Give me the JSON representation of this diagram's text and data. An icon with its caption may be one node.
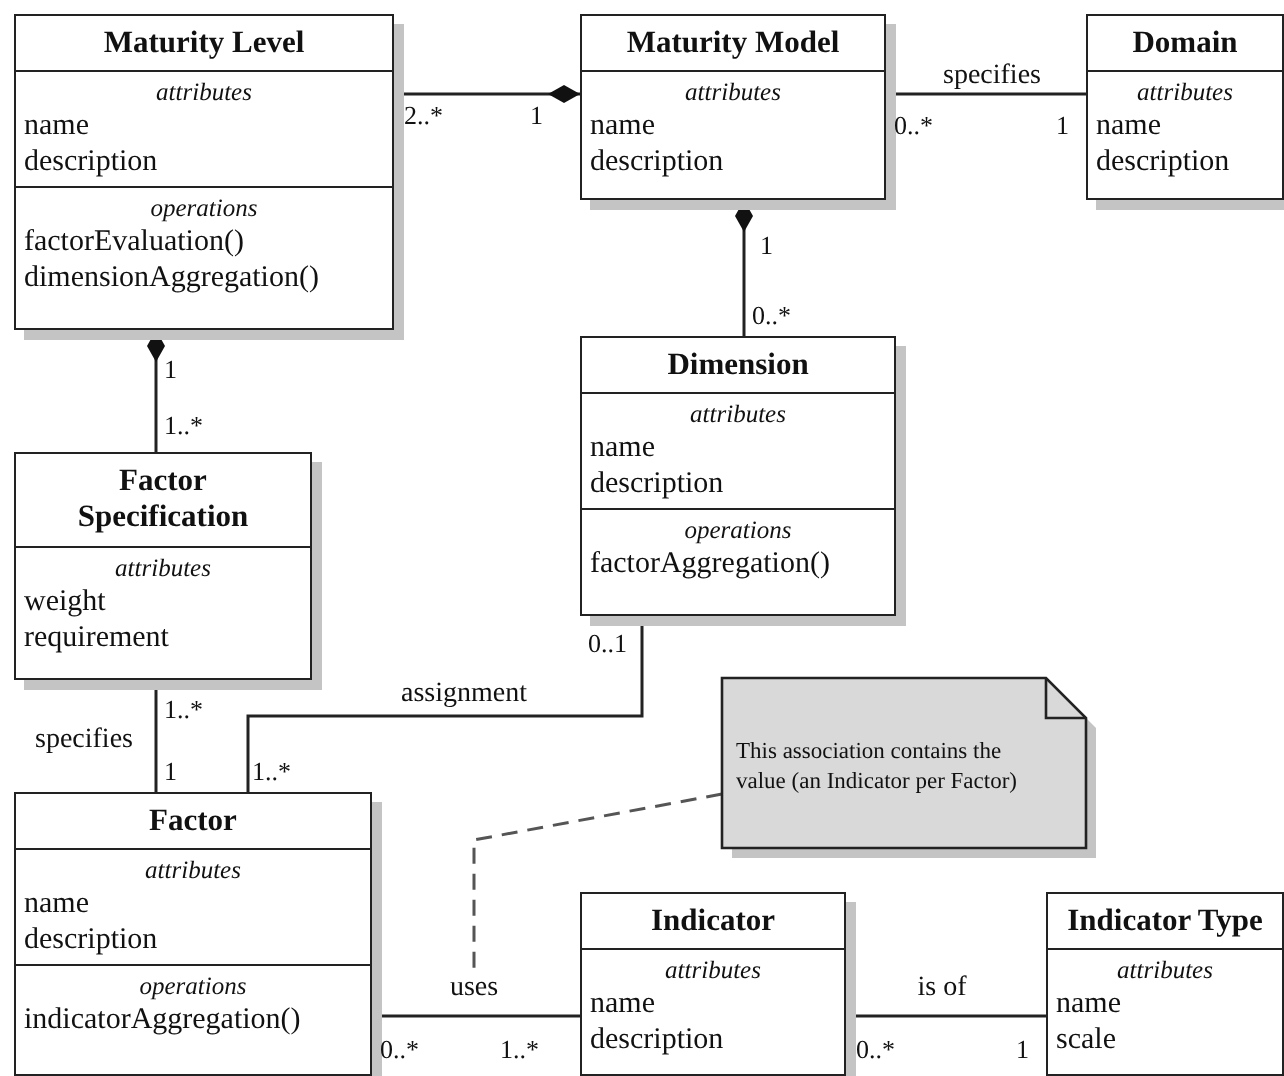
{
  "diagram": {
    "nodes": [
      {
        "text": [
          "Maturity Level",
          "attributes",
          "name",
          "description",
          "operations",
          "factorEvaluation()",
          "dimensionAggregation()"
        ]
      },
      {
        "text": [
          "Maturity Model",
          "attributes",
          "name",
          "description"
        ]
      },
      {
        "text": [
          "Domain",
          "attributes",
          "name",
          "description"
        ]
      },
      {
        "text": [
          "Dimension",
          "attributes",
          "name",
          "description",
          "operations",
          "factorAggregation()"
        ]
      },
      {
        "text": [
          "Factor Specification",
          "attributes",
          "weight",
          "requirement"
        ]
      },
      {
        "text": [
          "This association contains the value (an Indicator per Factor)"
        ]
      },
      {
        "text": [
          "Factor",
          "attributes",
          "name",
          "description",
          "operations",
          "indicatorAggregation()"
        ]
      },
      {
        "text": [
          "Indicator",
          "attributes",
          "name",
          "description"
        ]
      },
      {
        "text": [
          "Indicator Type",
          "attributes",
          "name",
          "scale"
        ]
      }
    ],
    "edges": [
      {
        "from": 0,
        "to": 1,
        "arrow": "other"
      },
      {
        "from": 1,
        "to": 2,
        "arrow": "none",
        "label": "specifies"
      },
      {
        "from": 3,
        "to": 1,
        "arrow": "other"
      },
      {
        "from": 4,
        "to": 0,
        "arrow": "other"
      },
      {
        "from": 4,
        "to": 6,
        "arrow": "none",
        "label": "specifies"
      },
      {
        "from": 3,
        "to": 6,
        "arrow": "none",
        "label": "assignment"
      },
      {
        "from": 6,
        "to": 7,
        "arrow": "none",
        "label": "uses"
      },
      {
        "from": 7,
        "to": 8,
        "arrow": "none",
        "label": "is of"
      },
      {
        "from": 5,
        "to": null,
        "arrow": "none",
        "style": "dashed"
      }
    ],
    "labels": [
      "2..*",
      "1",
      "0..*",
      "1",
      "1",
      "0..*",
      "1",
      "1..*",
      "0..1",
      "1..*",
      "1",
      "1..*",
      "0..*",
      "1..*",
      "0..*",
      "1"
    ]
  }
}
